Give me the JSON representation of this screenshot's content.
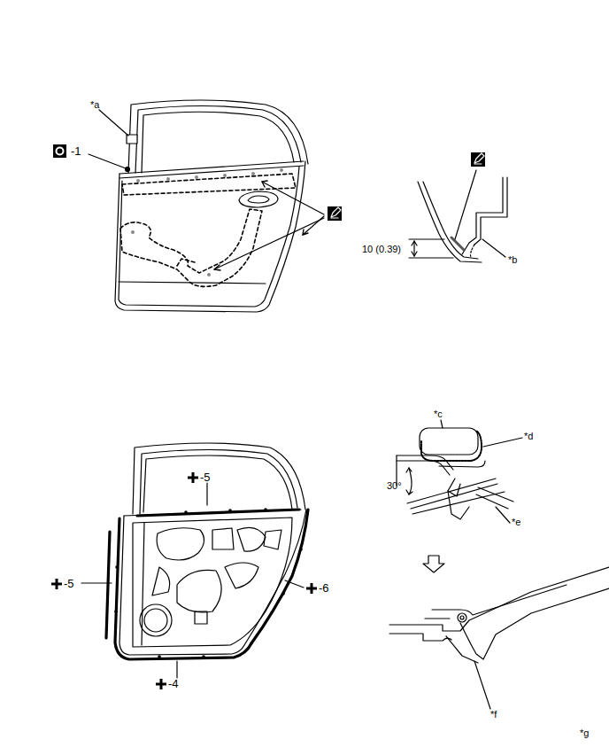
{
  "diagram": {
    "labels": [
      "*a",
      "-1",
      "10 (0.39)",
      "*b",
      "*c",
      "*d",
      "30°",
      "*e",
      "-5",
      "-5",
      "-6",
      "-4",
      "*f",
      "*g"
    ]
  }
}
